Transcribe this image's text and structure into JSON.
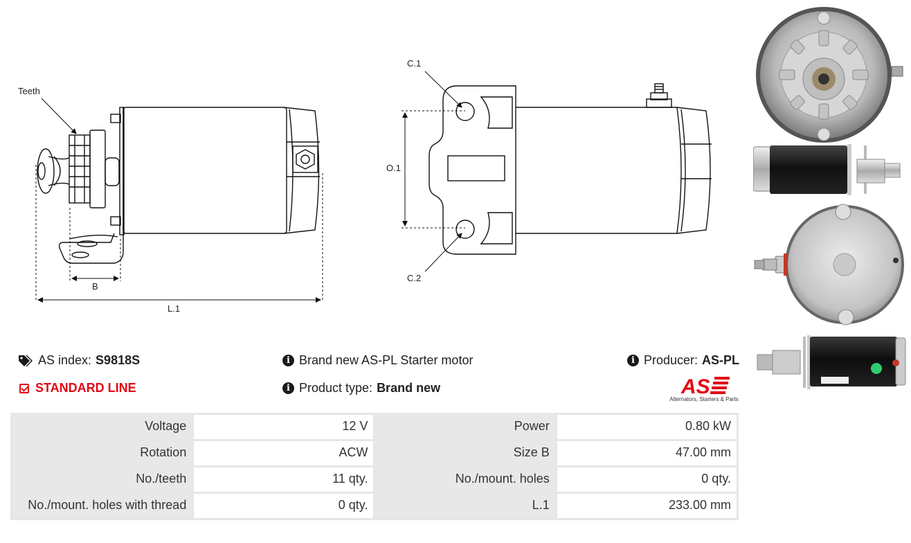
{
  "labels": {
    "teeth": "Teeth",
    "b": "B",
    "l1": "L.1",
    "c1": "C.1",
    "c2": "C.2",
    "o1": "O.1"
  },
  "info": {
    "as_index_label": "AS index:",
    "as_index_value": "S9818S",
    "line_label": "STANDARD LINE",
    "description": "Brand new AS-PL Starter motor",
    "product_type_label": "Product type:",
    "product_type_value": "Brand new",
    "producer_label": "Producer:",
    "producer_value": "AS-PL"
  },
  "logo": {
    "text": "AS",
    "subtitle": "Alternators, Starters & Parts",
    "color": "#e30613"
  },
  "specs": [
    [
      {
        "k": "Voltage",
        "v": "12 V"
      },
      {
        "k": "Power",
        "v": "0.80 kW"
      }
    ],
    [
      {
        "k": "Rotation",
        "v": "ACW"
      },
      {
        "k": "Size B",
        "v": "47.00 mm"
      }
    ],
    [
      {
        "k": "No./teeth",
        "v": "11 qty."
      },
      {
        "k": "No./mount. holes",
        "v": "0 qty."
      }
    ],
    [
      {
        "k": "No./mount. holes with thread",
        "v": "0 qty."
      },
      {
        "k": "L.1",
        "v": "233.00 mm"
      }
    ]
  ]
}
